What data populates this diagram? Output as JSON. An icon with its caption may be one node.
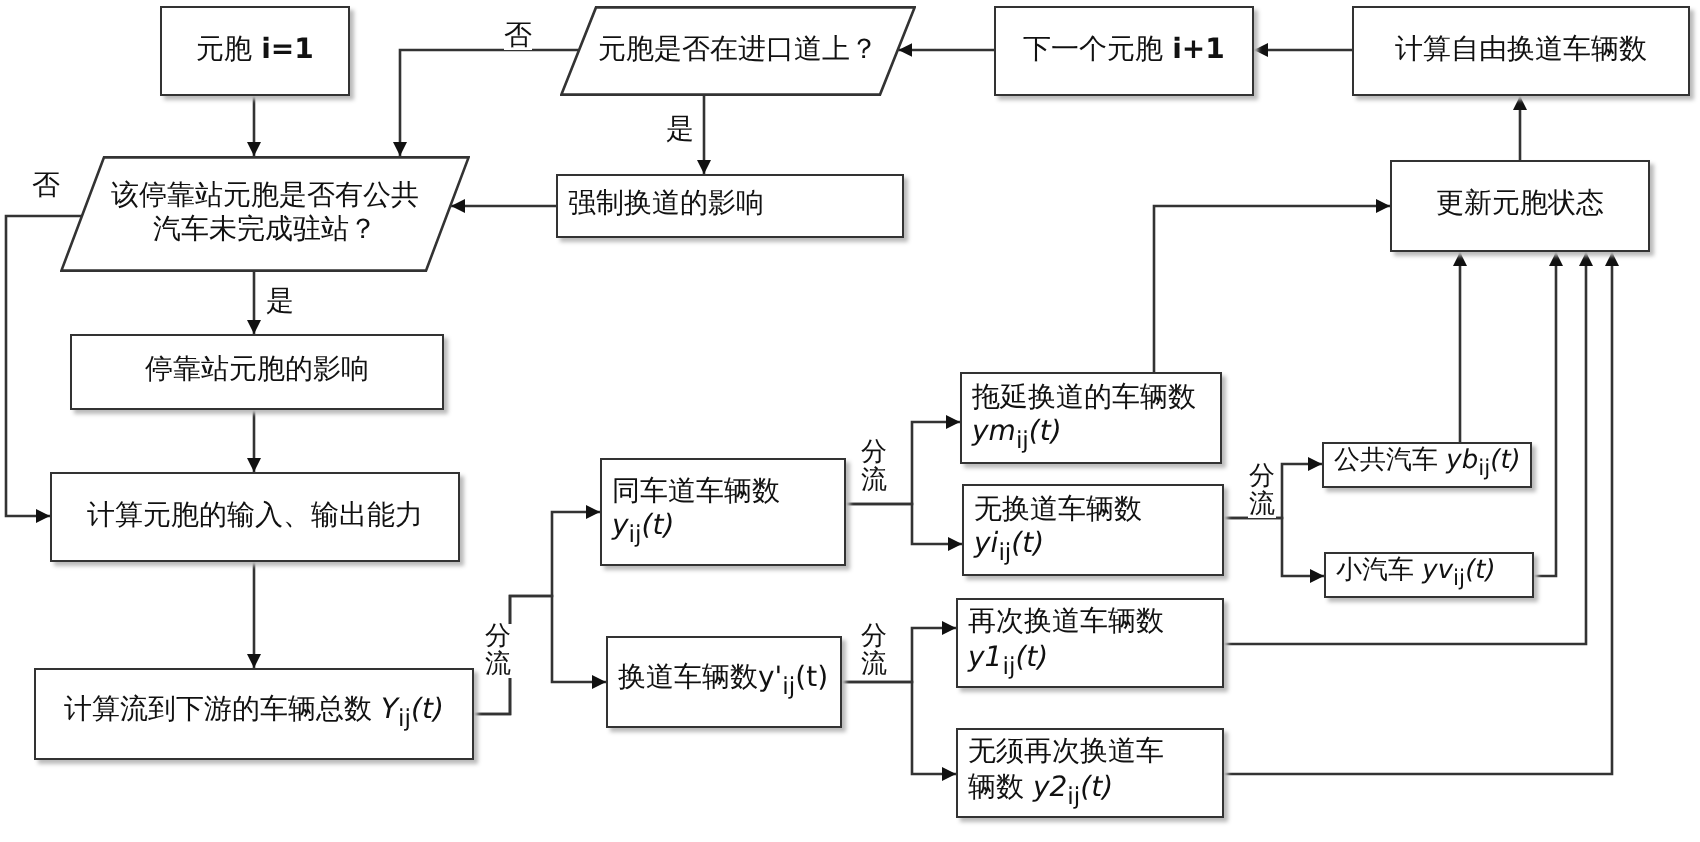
{
  "diagram": {
    "nodes": [
      {
        "text": [
          "元胞 **i=1**"
        ]
      },
      {
        "text": [
          "元胞是否在进口道上？"
        ]
      },
      {
        "text": [
          "下一个元胞 **i+1**"
        ]
      },
      {
        "text": [
          "计算自由换道车辆数"
        ]
      },
      {
        "text": [
          "该停靠站元胞是否有公共汽车未完成驻站？"
        ]
      },
      {
        "text": [
          "强制换道的影响"
        ]
      },
      {
        "text": [
          "更新元胞状态"
        ]
      },
      {
        "text": [
          "停靠站元胞的影响"
        ]
      },
      {
        "text": [
          "计算元胞的输入、输出能力"
        ]
      },
      {
        "text": [
          "计算流到下游的车辆总数 *Y*$_{ij}$*(t)*"
        ]
      },
      {
        "text": [
          "同车道车辆数 *y*$_{ij}$*(t)*"
        ]
      },
      {
        "text": [
          "换道车辆数y'$_{ij}$(t)"
        ]
      },
      {
        "text": [
          "拖延换道的车辆数 *ym*$_{ij}$*(t)*"
        ]
      },
      {
        "text": [
          "无换道车辆数 *yi*$_{ij}$*(t)*"
        ]
      },
      {
        "text": [
          "公共汽车 *yb*$_{ij}$*(t)*"
        ]
      },
      {
        "text": [
          "小汽车 *yv*$_{ij}$*(t)*"
        ]
      },
      {
        "text": [
          "再次换道车辆数 *y1*$_{ij}$*(t)*"
        ]
      },
      {
        "text": [
          "无须再次换道车辆数 *y2*$_{ij}$*(t)*"
        ]
      }
    ],
    "edges": [
      {
        "from": 1,
        "to": 4,
        "arrow": "to",
        "label": "否"
      },
      {
        "from": 0,
        "to": 4,
        "arrow": "to"
      },
      {
        "from": 1,
        "to": 5,
        "arrow": "to",
        "label": "是"
      },
      {
        "from": 5,
        "to": 4,
        "arrow": "to"
      },
      {
        "from": 4,
        "to": 8,
        "arrow": "to",
        "label": "否"
      },
      {
        "from": 4,
        "to": 7,
        "arrow": "to",
        "label": "是"
      },
      {
        "from": 7,
        "to": 8,
        "arrow": "to"
      },
      {
        "from": 8,
        "to": 9,
        "arrow": "to"
      },
      {
        "from": 9,
        "to": 10,
        "arrow": "to"
      },
      {
        "from": 9,
        "to": 11,
        "arrow": "to"
      },
      {
        "from": 10,
        "to": 12,
        "arrow": "to"
      },
      {
        "from": 10,
        "to": 13,
        "arrow": "to"
      },
      {
        "from": 11,
        "to": 16,
        "arrow": "to"
      },
      {
        "from": 11,
        "to": 17,
        "arrow": "to"
      },
      {
        "from": 13,
        "to": 14,
        "arrow": "to"
      },
      {
        "from": 13,
        "to": 15,
        "arrow": "to"
      },
      {
        "from": 12,
        "to": 6,
        "arrow": "to"
      },
      {
        "from": 14,
        "to": 6,
        "arrow": "to"
      },
      {
        "from": 15,
        "to": 6,
        "arrow": "to"
      },
      {
        "from": 16,
        "to": 6,
        "arrow": "to"
      },
      {
        "from": 17,
        "to": 6,
        "arrow": "to"
      },
      {
        "from": 6,
        "to": 3,
        "arrow": "to"
      },
      {
        "from": 3,
        "to": 2,
        "arrow": "to"
      },
      {
        "from": 2,
        "to": 1,
        "arrow": "to"
      }
    ],
    "labels": [
      "分流",
      "分流",
      "分流",
      "分流"
    ]
  }
}
